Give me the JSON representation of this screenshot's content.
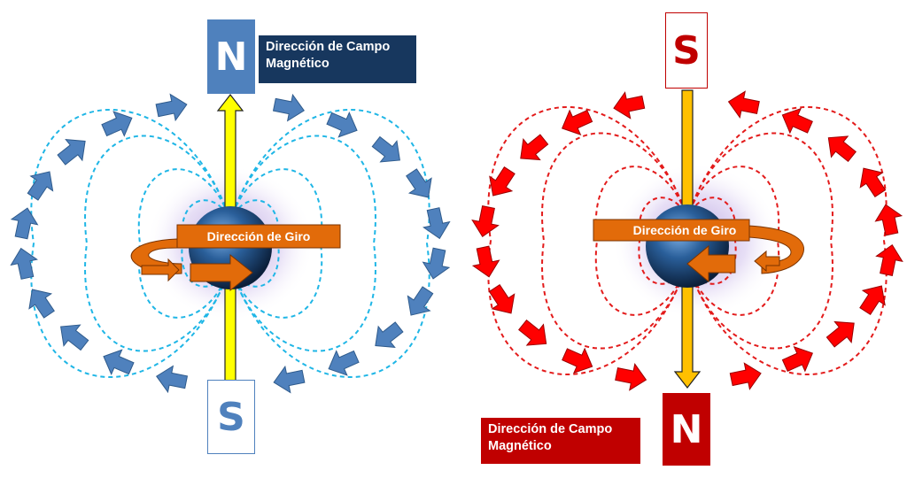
{
  "left_panel": {
    "top_pole": "N",
    "bottom_pole": "S",
    "field_label": "Dirección de Campo Magnético",
    "spin_label": "Dirección de Giro",
    "field_color": "#4f81bd",
    "line_color": "#1fb6e6",
    "pole_color": "#4f81bd",
    "label_bg": "#17375e"
  },
  "right_panel": {
    "top_pole": "S",
    "bottom_pole": "N",
    "field_label": "Dirección de Campo Magnético",
    "spin_label": "Dirección de Giro",
    "field_color": "#ff0000",
    "line_color": "#e31b1b",
    "pole_color": "#c00000",
    "label_bg": "#c00000"
  },
  "colors": {
    "axis_arrow": "#ffff00",
    "axis_arrow_right": "#ffc000",
    "spin_band": "#e26b0a",
    "sphere": "#1f4e79"
  }
}
